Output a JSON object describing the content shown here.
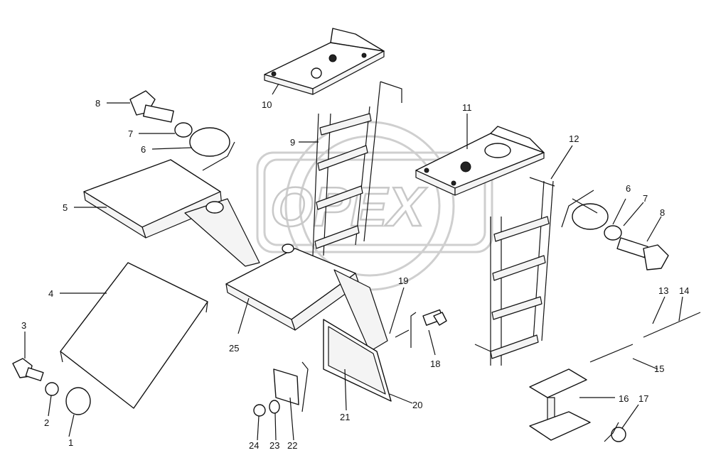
{
  "watermark": {
    "text": "OPEX"
  },
  "callouts": [
    {
      "id": "c1",
      "text": "1"
    },
    {
      "id": "c2",
      "text": "2"
    },
    {
      "id": "c3",
      "text": "3"
    },
    {
      "id": "c4",
      "text": "4"
    },
    {
      "id": "c5",
      "text": "5"
    },
    {
      "id": "c6a",
      "text": "6"
    },
    {
      "id": "c7a",
      "text": "7"
    },
    {
      "id": "c8a",
      "text": "8"
    },
    {
      "id": "c9",
      "text": "9"
    },
    {
      "id": "c10",
      "text": "10"
    },
    {
      "id": "c11",
      "text": "11"
    },
    {
      "id": "c12",
      "text": "12"
    },
    {
      "id": "c6b",
      "text": "6"
    },
    {
      "id": "c7b",
      "text": "7"
    },
    {
      "id": "c8b",
      "text": "8"
    },
    {
      "id": "c13",
      "text": "13"
    },
    {
      "id": "c14",
      "text": "14"
    },
    {
      "id": "c15",
      "text": "15"
    },
    {
      "id": "c16",
      "text": "16"
    },
    {
      "id": "c17",
      "text": "17"
    },
    {
      "id": "c18",
      "text": "18"
    },
    {
      "id": "c19",
      "text": "19"
    },
    {
      "id": "c20",
      "text": "20"
    },
    {
      "id": "c21",
      "text": "21"
    },
    {
      "id": "c22",
      "text": "22"
    },
    {
      "id": "c23",
      "text": "23"
    },
    {
      "id": "c24",
      "text": "24"
    },
    {
      "id": "c25",
      "text": "25"
    }
  ]
}
